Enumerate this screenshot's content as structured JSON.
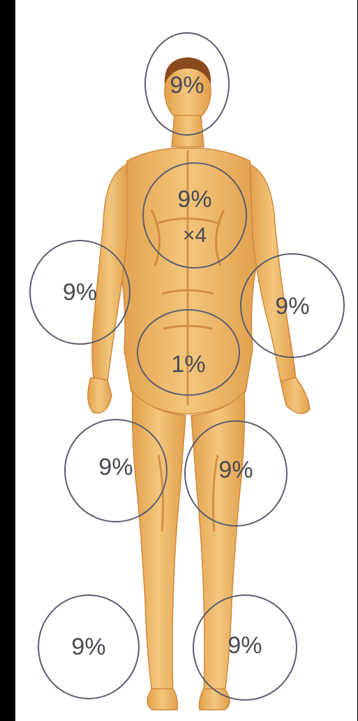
{
  "colors": {
    "skin": "#efbd6e",
    "skin_shade": "#d88a33",
    "skin_dark": "#b8621f",
    "hair": "#8a4a1e",
    "circle_stroke": "#5a5e6e",
    "label_text": "#4a4b55",
    "background": "#ffffff",
    "border": "#000000"
  },
  "zones": {
    "head": {
      "label": "9%"
    },
    "chest": {
      "label": "9%",
      "multiplier": "×4"
    },
    "right_arm": {
      "label": "9%"
    },
    "left_arm": {
      "label": "9%"
    },
    "groin": {
      "label": "1%"
    },
    "right_thigh": {
      "label": "9%"
    },
    "left_thigh": {
      "label": "9%"
    },
    "right_lower_leg": {
      "label": "9%"
    },
    "left_lower_leg": {
      "label": "9%"
    }
  }
}
